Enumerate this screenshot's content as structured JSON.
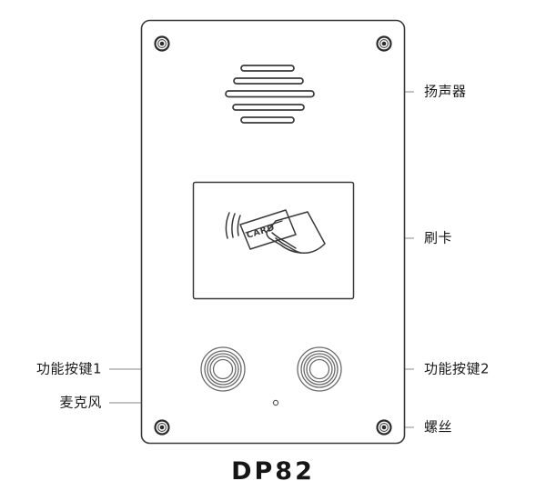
{
  "device": {
    "model_name": "DP82",
    "panel": {
      "fill_color": "#ffffff",
      "stroke_color": "#3a3a3a"
    }
  },
  "callouts": [
    {
      "id": "speaker",
      "label": "扬声器",
      "side": "right",
      "target": "speaker-grille"
    },
    {
      "id": "card-reader",
      "label": "刷卡",
      "side": "right",
      "target": "card-reader-panel"
    },
    {
      "id": "function-button-1",
      "label": "功能按键1",
      "side": "left",
      "target": "function-button-1"
    },
    {
      "id": "microphone",
      "label": "麦克风",
      "side": "left",
      "target": "microphone-hole"
    },
    {
      "id": "function-button-2",
      "label": "功能按键2",
      "side": "right",
      "target": "function-button-2"
    },
    {
      "id": "screw",
      "label": "螺丝",
      "side": "right",
      "target": "screw-bottom-right"
    }
  ],
  "card_reader": {
    "card_text": "CARD",
    "icon_name": "rfid-card-hand-icon"
  },
  "components": {
    "speaker_bar_count": 5,
    "screw_count": 4,
    "button_count": 2
  },
  "colors": {
    "line": "#3a3a3a",
    "text": "#1a1a1a",
    "leader": "#8a8a8a",
    "screw_outer": "#2b2b2b",
    "screw_mid": "#f2f2f2",
    "screw_core": "#2b2b2b"
  }
}
